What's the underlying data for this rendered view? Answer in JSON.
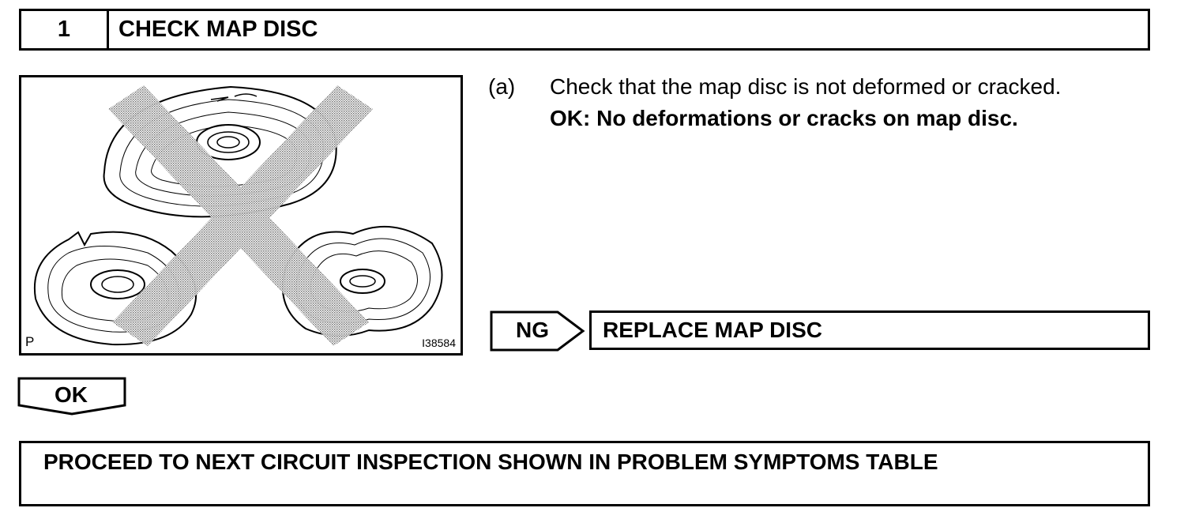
{
  "step": {
    "number": "1",
    "title": "CHECK MAP DISC"
  },
  "figure": {
    "corner_label": "P",
    "figure_id": "I38584"
  },
  "substep": {
    "letter": "(a)",
    "instruction": "Check that the map disc is not deformed or cracked.",
    "ok_criteria": "OK: No deformations or cracks on map disc."
  },
  "ng_branch": {
    "label": "NG",
    "action": "REPLACE MAP DISC"
  },
  "ok_branch": {
    "label": "OK"
  },
  "next_step": {
    "text": "PROCEED TO NEXT CIRCUIT INSPECTION SHOWN IN PROBLEM SYMPTOMS TABLE"
  }
}
